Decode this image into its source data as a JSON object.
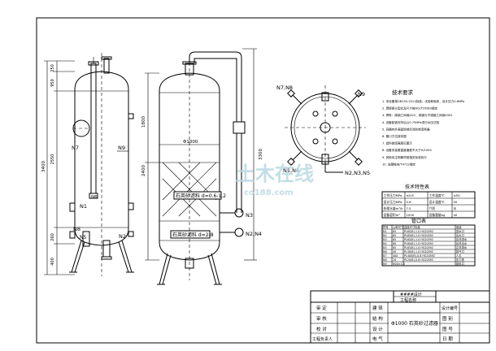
{
  "dims_left": [
    "250",
    "950",
    "2550",
    "3400",
    "260",
    "400"
  ],
  "dims_mid": [
    "3300",
    "2400",
    "1800"
  ],
  "dia_label": "Φ1000",
  "nozzles_left": [
    "N7",
    "N9",
    "N1",
    "N6",
    "N8",
    "N2",
    "N5"
  ],
  "nozzles_mid": [
    "N3",
    "N2,N4"
  ],
  "layer_upper": "石英砂滤料 d=0.6-1.2",
  "layer_lower": "石英砂滤料 d=2-8",
  "nozzles_right": [
    "N7,N8",
    "N9",
    "N1,N6",
    "N2,N3,N5"
  ],
  "watermark": {
    "main": "土木在线",
    "sub": "co188.com"
  },
  "notes": {
    "title": "技术要求",
    "lines": [
      "1. 本设备按GB150-2011制造、试验和验收，设计压力0.6MPa",
      "2. 焊接接头型式及尺寸按HG/T20583规定",
      "3. 焊条：碳钢之间用J422，碳钢与不锈钢之间用A302",
      "4. 设备制造完毕后以0.75MPa进行水压试验",
      "5. 容器内外表面除锈后涂防锈漆两遍",
      "6. 管口方位按本图",
      "7. 滤料装填高度见图示",
      "8. 设备安装垂直度偏差不大于H/1000",
      "9. 其他未注明事项按相关标准执行",
      "10. 支腿按JB/T4712规定"
    ]
  },
  "spec": {
    "title": "技术特性表",
    "rows": [
      [
        "工作压力MPa",
        "≤0.6",
        "工作温度℃",
        "≤50"
      ],
      [
        "设计压力MPa",
        "0.6",
        "设计温度℃",
        "50"
      ],
      [
        "处理水量m³/h",
        "7.5",
        "介质",
        "水"
      ],
      [
        "设备容积m³",
        "1000",
        "设备重量kg",
        "40"
      ]
    ]
  },
  "nozzle_table": {
    "title": "管口表",
    "header": [
      "符号",
      "公称尺寸",
      "连接尺寸标准",
      "用途"
    ],
    "rows": [
      [
        "N1",
        "65",
        "PL65(B)-1.0 HG20592",
        "进水口"
      ],
      [
        "N2",
        "65",
        "PL65(B)-1.0 HG20592",
        "出水口"
      ],
      [
        "N3",
        "65",
        "PL65(B)-1.0 HG20592",
        "反洗进水"
      ],
      [
        "N4",
        "80",
        "PL80(B)-1.0 HG20592",
        "反洗出水"
      ],
      [
        "N5",
        "65",
        "PL65(B)-1.0 HG20592",
        "正洗排水"
      ],
      [
        "N6",
        "40",
        "PL40(B)-1.0 HG20592",
        "排气口"
      ],
      [
        "N7",
        "400",
        "PL400(B)-0.6 HG20592",
        "人孔"
      ],
      [
        "N8",
        "20",
        "PL20(B)-0.6 HG20592",
        "压力表"
      ],
      [
        "N9",
        "M20×1.5",
        "",
        "卸料口"
      ]
    ]
  },
  "title_block": {
    "company1": "####设计",
    "company2": "工程名称",
    "left_labels": [
      "审 定",
      "审 核",
      "校 对",
      "工程负责人"
    ],
    "mid_labels": [
      "建 筑",
      "结 构",
      "设 计",
      "电 气"
    ],
    "right_labels": [
      "设计编号",
      "图 别",
      "图 号",
      "日 期"
    ],
    "drawing_title": "Φ1000 石英砂过滤器"
  }
}
